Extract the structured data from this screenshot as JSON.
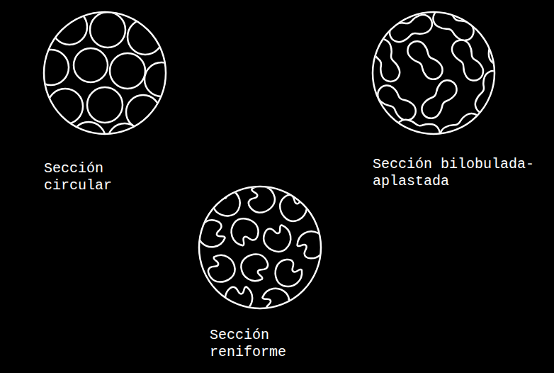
{
  "diagram": {
    "labels": [
      "Sección circular",
      "Sección bilobulada-aplastada",
      "Sección reniforme"
    ]
  }
}
